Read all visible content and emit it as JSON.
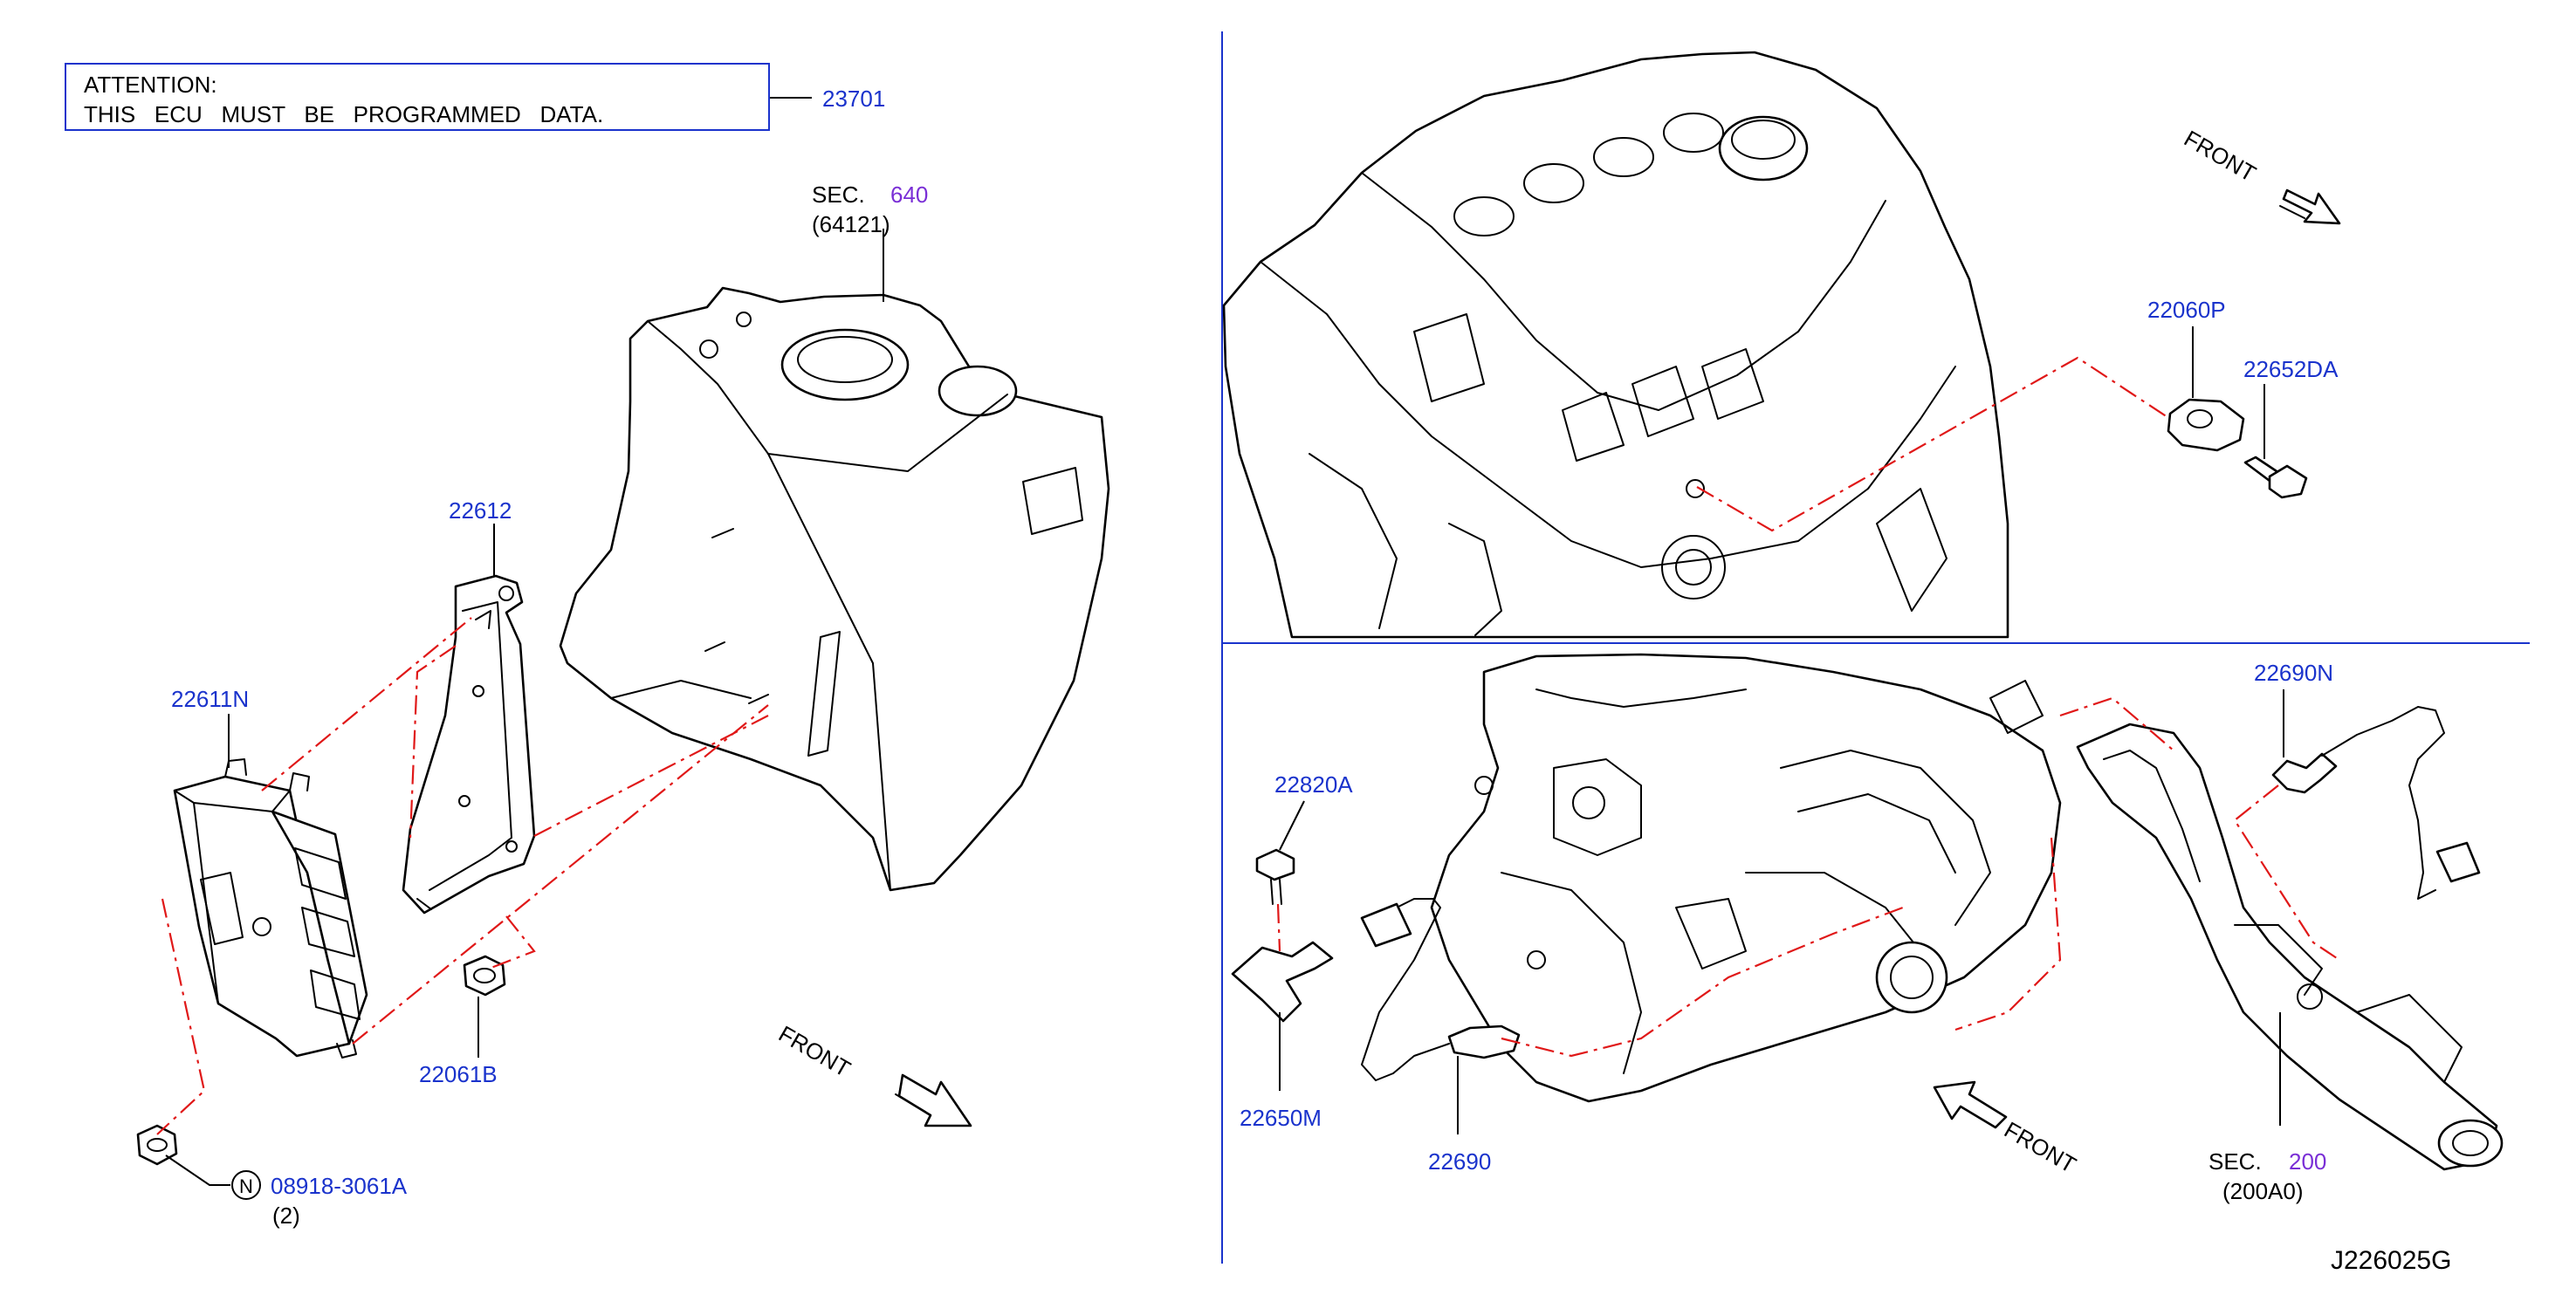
{
  "attention": {
    "line1": "ATTENTION:",
    "line2": "THIS   ECU   MUST   BE   PROGRAMMED   DATA."
  },
  "callouts": {
    "ecu_attention": "23701",
    "ecu": "22611N",
    "bracket": "22612",
    "nut": "22061B",
    "nut_std": "08918-3061A",
    "nut_std_qty": "(2)",
    "nut_std_marker": "N",
    "knock_sensor": "22060P",
    "knock_bolt": "22652DA",
    "o2_sensor_rear": "22690N",
    "harness_bolt": "22820A",
    "harness_bracket": "22650M",
    "o2_sensor_front": "22690"
  },
  "sections": {
    "battery": {
      "prefix": "SEC.",
      "number": "640",
      "ref": "(64121)"
    },
    "exhaust": {
      "prefix": "SEC.",
      "number": "200",
      "ref": "(200A0)"
    }
  },
  "front_labels": {
    "left": "FRONT",
    "top_right": "FRONT",
    "bottom_right": "FRONT"
  },
  "drawing_id": "J226025G",
  "colors": {
    "part_number": "#1a33cc",
    "section_number": "#7a2fd6",
    "phantom_line": "#e01818",
    "frame": "#1a33cc"
  }
}
